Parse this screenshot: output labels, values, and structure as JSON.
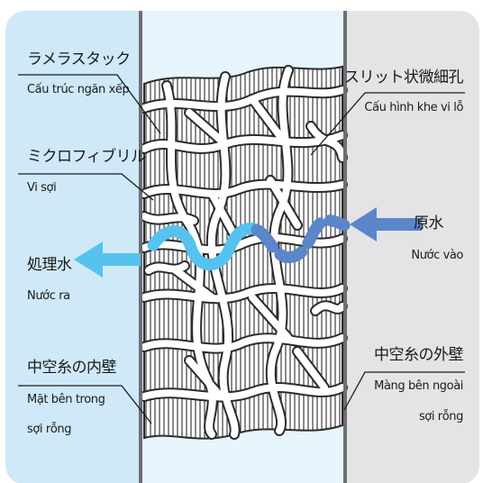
{
  "colors": {
    "left_panel": "#cfe9f8",
    "center_panel": "#e6f4fb",
    "right_panel": "#e4e4e6",
    "wall_line": "#6e6e74",
    "outflow_arrow": "#55c3ee",
    "inflow_arrow": "#5b86c9",
    "membrane_outline": "#2c2c2c"
  },
  "icons": {
    "outflow": "arrow-left-icon",
    "inflow": "arrow-left-icon",
    "water_path": "wavy-line-icon"
  },
  "labels": {
    "lamella": {
      "jp": "ラメラスタック",
      "vn": "Cấu trúc ngăn xếp"
    },
    "microfibril": {
      "jp": "ミクロフィブリル",
      "vn": "Vi sợi"
    },
    "treated_water": {
      "jp": "処理水",
      "vn": "Nước ra"
    },
    "inner_wall": {
      "jp": "中空糸の内壁",
      "vn1": "Mặt bên trong",
      "vn2": "sợi rỗng"
    },
    "slit_pore": {
      "jp": "スリット状微細孔",
      "vn": "Cấu hình khe vi lỗ"
    },
    "raw_water": {
      "jp": "原水",
      "vn": "Nước vào"
    },
    "outer_wall": {
      "jp": "中空糸の外壁",
      "vn1": "Màng bên ngoài",
      "vn2": "sợi rỗng"
    }
  }
}
